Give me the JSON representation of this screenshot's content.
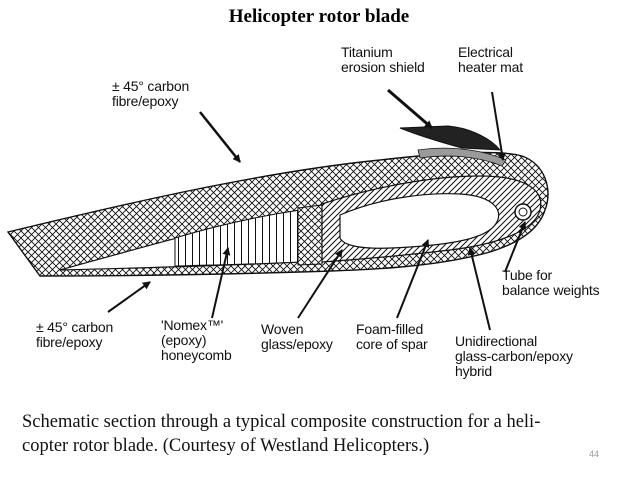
{
  "title": "Helicopter rotor blade",
  "labels": {
    "carbon_top": [
      "± 45° carbon",
      "fibre/epoxy"
    ],
    "titanium": [
      "Titanium",
      "erosion shield"
    ],
    "heater": [
      "Electrical",
      "heater mat"
    ],
    "tube": [
      "Tube for",
      "balance weights"
    ],
    "carbon_bottom": [
      "± 45° carbon",
      "fibre/epoxy"
    ],
    "nomex": [
      "'Nomex™'",
      "(epoxy)",
      "honeycomb"
    ],
    "woven": [
      "Woven",
      "glass/epoxy"
    ],
    "foam": [
      "Foam-filled",
      "core of spar"
    ],
    "unidirectional": [
      "Unidirectional",
      "glass-carbon/epoxy",
      "hybrid"
    ]
  },
  "caption": [
    "Schematic section through a typical composite construction for a heli-",
    "copter rotor blade. (Courtesy of Westland Helicopters.)"
  ],
  "page_number": "44"
}
